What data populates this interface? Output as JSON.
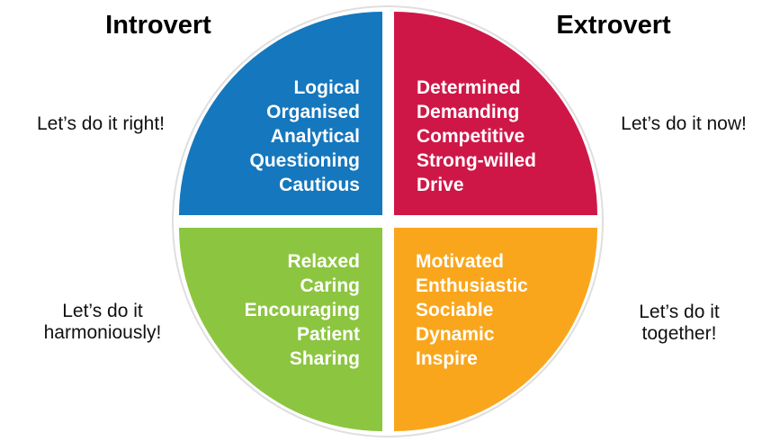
{
  "headers": {
    "left": "Introvert",
    "right": "Extrovert"
  },
  "colors": {
    "blue": "#1577BD",
    "red": "#CF1747",
    "green": "#8CC540",
    "yellow": "#F9A61D"
  },
  "quadrants": {
    "top_left": {
      "color_name": "blue",
      "traits": [
        "Logical",
        "Organised",
        "Analytical",
        "Questioning",
        "Cautious"
      ],
      "motto": "Let’s do it right!"
    },
    "top_right": {
      "color_name": "red",
      "traits": [
        "Determined",
        "Demanding",
        "Competitive",
        "Strong-willed",
        "Drive"
      ],
      "motto": "Let’s do it now!"
    },
    "bottom_left": {
      "color_name": "green",
      "traits": [
        "Relaxed",
        "Caring",
        "Encouraging",
        "Patient",
        "Sharing"
      ],
      "motto": "Let’s do it\nharmoniously!"
    },
    "bottom_right": {
      "color_name": "yellow",
      "traits": [
        "Motivated",
        "Enthusiastic",
        "Sociable",
        "Dynamic",
        "Inspire"
      ],
      "motto": "Let’s do it\ntogether!"
    }
  }
}
